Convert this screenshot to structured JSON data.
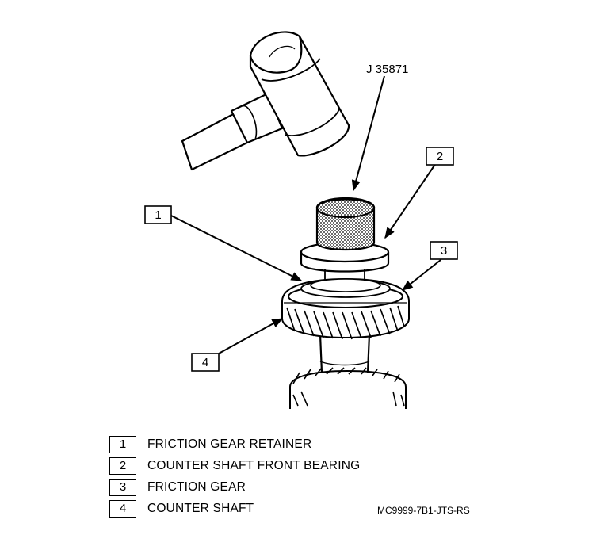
{
  "tool_label": "J 35871",
  "callouts": [
    "1",
    "2",
    "3",
    "4"
  ],
  "legend": [
    {
      "number": "1",
      "text": "FRICTION GEAR RETAINER"
    },
    {
      "number": "2",
      "text": "COUNTER SHAFT FRONT BEARING"
    },
    {
      "number": "3",
      "text": "FRICTION GEAR"
    },
    {
      "number": "4",
      "text": "COUNTER SHAFT"
    }
  ],
  "figure_code": "MC9999-7B1-JTS-RS"
}
